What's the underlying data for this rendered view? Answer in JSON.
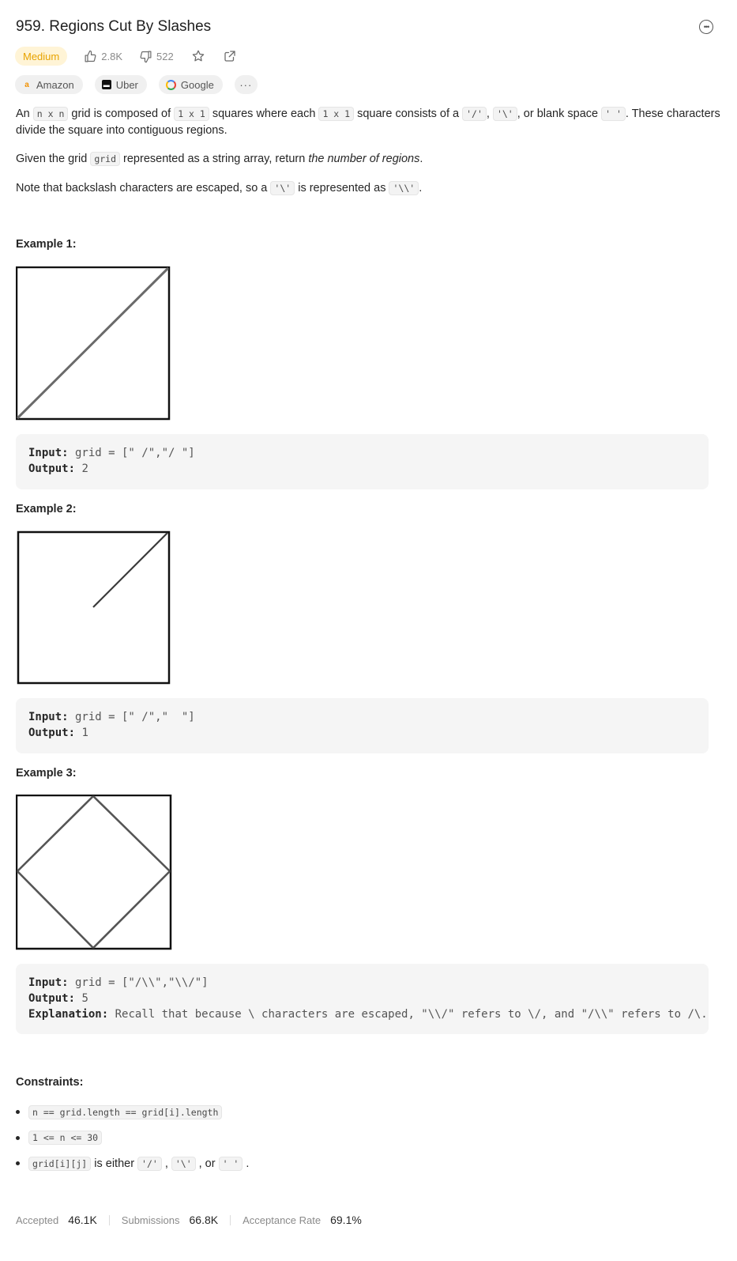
{
  "problem": {
    "title": "959. Regions Cut By Slashes",
    "difficulty": "Medium",
    "likes": "2.8K",
    "dislikes": "522"
  },
  "tags": [
    "Amazon",
    "Uber",
    "Google"
  ],
  "tags_more": "···",
  "description": {
    "p1": {
      "t1": "An ",
      "c1": "n x n",
      "t2": " grid is composed of ",
      "c2": "1 x 1",
      "t3": " squares where each ",
      "c3": "1 x 1",
      "t4": " square consists of a ",
      "c4": "'/'",
      "t5": ", ",
      "c5": "'\\'",
      "t6": ", or blank space ",
      "c6": "' '",
      "t7": ". These characters divide the square into contiguous regions."
    },
    "p2": {
      "t1": "Given the grid ",
      "c1": "grid",
      "t2": " represented as a string array, return ",
      "em": "the number of regions",
      "t3": "."
    },
    "p3": {
      "t1": "Note that backslash characters are escaped, so a ",
      "c1": "'\\'",
      "t2": " is represented as ",
      "c2": "'\\\\'",
      "t3": "."
    }
  },
  "examples": [
    {
      "title": "Example 1:",
      "input_label": "Input:",
      "input": " grid = [\" /\",\"/ \"]",
      "output_label": "Output:",
      "output": " 2"
    },
    {
      "title": "Example 2:",
      "input_label": "Input:",
      "input": " grid = [\" /\",\"  \"]",
      "output_label": "Output:",
      "output": " 1"
    },
    {
      "title": "Example 3:",
      "input_label": "Input:",
      "input": " grid = [\"/\\\\\",\"\\\\/\"]",
      "output_label": "Output:",
      "output": " 5",
      "explanation_label": "Explanation:",
      "explanation": " Recall that because \\ characters are escaped, \"\\\\/\" refers to \\/, and \"/\\\\\" refers to /\\."
    }
  ],
  "constraints": {
    "title": "Constraints:",
    "c1": "n == grid.length == grid[i].length",
    "c2": "1 <= n <= 30",
    "c3_code": "grid[i][j]",
    "c3_t1": " is either ",
    "c3_a": "'/'",
    "c3_sep": ", ",
    "c3_b": "'\\'",
    "c3_t2": ", or ",
    "c3_c": "' '",
    "c3_end": "."
  },
  "stats": {
    "accepted_label": "Accepted",
    "accepted": "46.1K",
    "submissions_label": "Submissions",
    "submissions": "66.8K",
    "rate_label": "Acceptance Rate",
    "rate": "69.1%"
  }
}
